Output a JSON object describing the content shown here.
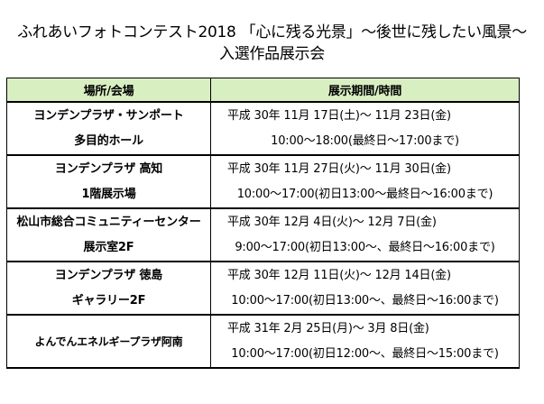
{
  "title": {
    "line1": "ふれあいフォトコンテスト2018 「心に残る光景」～後世に残したい風景～",
    "line2": "入選作品展示会"
  },
  "table": {
    "headers": {
      "venue": "場所/会場",
      "period": "展示期間/時間"
    },
    "rows": [
      {
        "venue_line1": "ヨンデンプラザ・サンポート",
        "venue_line2": "多目的ホール",
        "dates": "平成 30年 11月 17日(土)～ 11月 23日(金)",
        "hours": "10:00～18:00(最終日～17:00まで)"
      },
      {
        "venue_line1": "ヨンデンプラザ 高知",
        "venue_line2": "1階展示場",
        "dates": "平成 30年 11月 27日(火)～ 11月 30日(金)",
        "hours": "10:00～17:00(初日13:00～最終日～16:00まで)"
      },
      {
        "venue_line1": "松山市総合コミュニティーセンター",
        "venue_line2": "展示室2F",
        "dates": "平成 30年 12月 4日(火)～ 12月 7日(金)",
        "hours": "9:00～17:00(初日13:00～、最終日～16:00まで)"
      },
      {
        "venue_line1": "ヨンデンプラザ 徳島",
        "venue_line2": "ギャラリー2F",
        "dates": "平成 30年 12月 11日(火)～ 12月 14日(金)",
        "hours": "10:00～17:00(初日13:00～、最終日～16:00まで)"
      },
      {
        "venue_line1": "よんでんエネルギープラザ阿南",
        "dates": "平成 31年 2月 25日(月)～ 3月 8日(金)",
        "hours": "10:00～17:00(初日12:00～、最終日～15:00まで)"
      }
    ]
  }
}
